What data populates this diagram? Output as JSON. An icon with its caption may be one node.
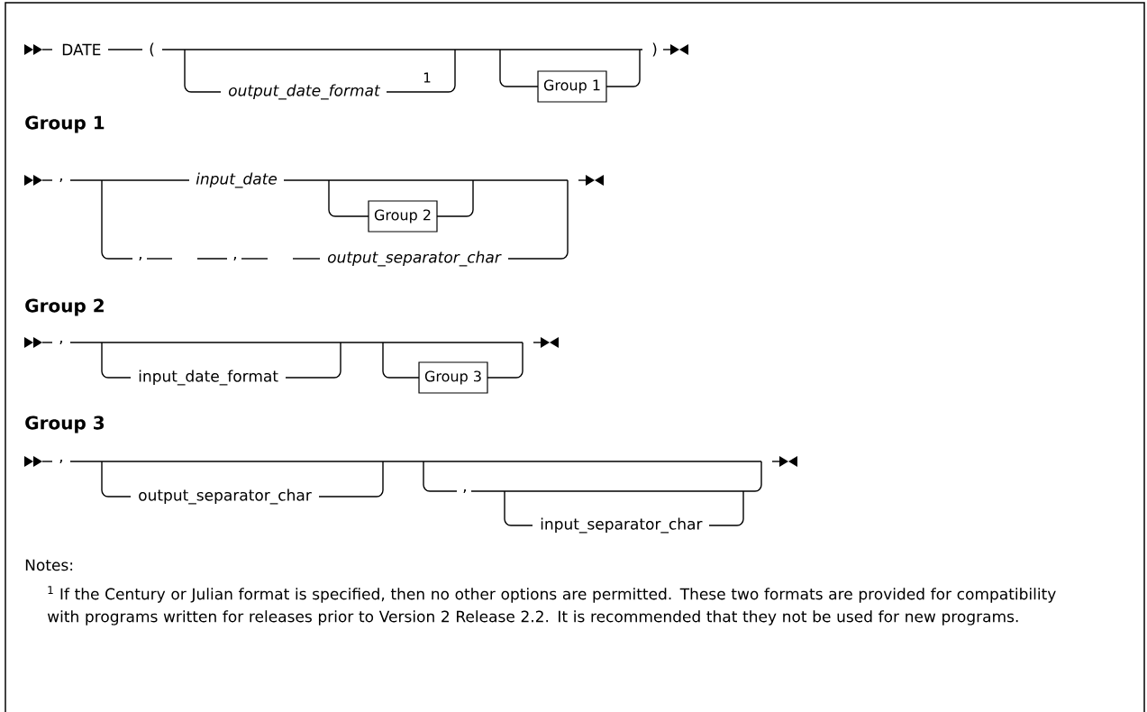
{
  "diagram": {
    "nodes": [
      {
        "text": [
          "Group 1"
        ]
      },
      {
        "text": [
          "Group 2"
        ]
      },
      {
        "text": [
          "Group 3"
        ]
      }
    ],
    "labels": [
      "DATE",
      "(",
      "output_date_format",
      "1",
      ")",
      "Group 1",
      ",",
      "input_date",
      ",",
      ",",
      "output_separator_char",
      "Group 2",
      ",",
      "input_date_format",
      "Group 3",
      ",",
      "output_separator_char",
      ",",
      "input_separator_char",
      "Notes:",
      "$^{1}$ If the Century or Julian format is specified, then no other options are permitted. These two formats are provided for compatibility with programs written for releases prior to Version 2 Release 2.2. It is recommended that they not be used for new programs."
    ]
  }
}
